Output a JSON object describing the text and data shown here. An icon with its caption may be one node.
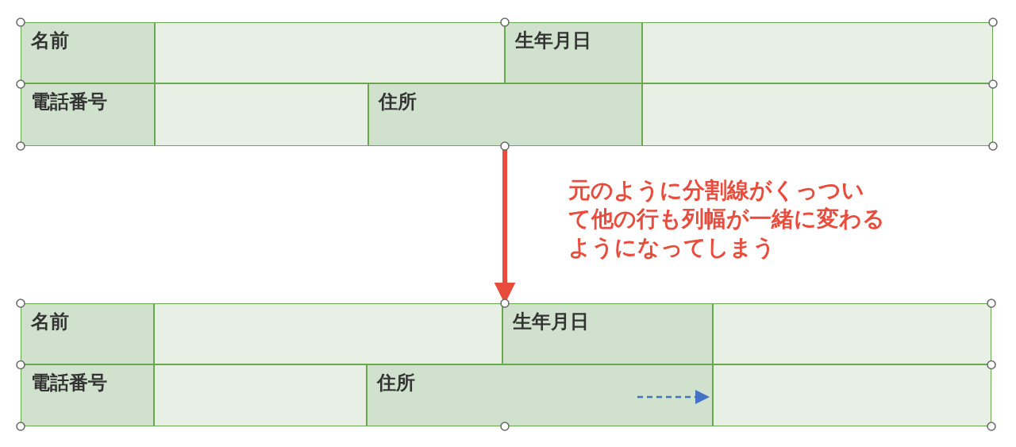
{
  "diagram": {
    "nodes": [
      {
        "text": [],
        "shape": "box"
      },
      {
        "text": [],
        "shape": "box"
      }
    ],
    "edges": [
      {
        "from": 0,
        "to": 1,
        "arrow": "to",
        "color": "#e84c3d"
      }
    ],
    "labels": [
      "名前",
      "生年月日",
      "電話番号",
      "住所",
      "元のように分割線がくっついて他の行も列幅が一緒に変わるようになってしまう",
      "名前",
      "生年月日",
      "電話番号",
      "住所"
    ]
  }
}
